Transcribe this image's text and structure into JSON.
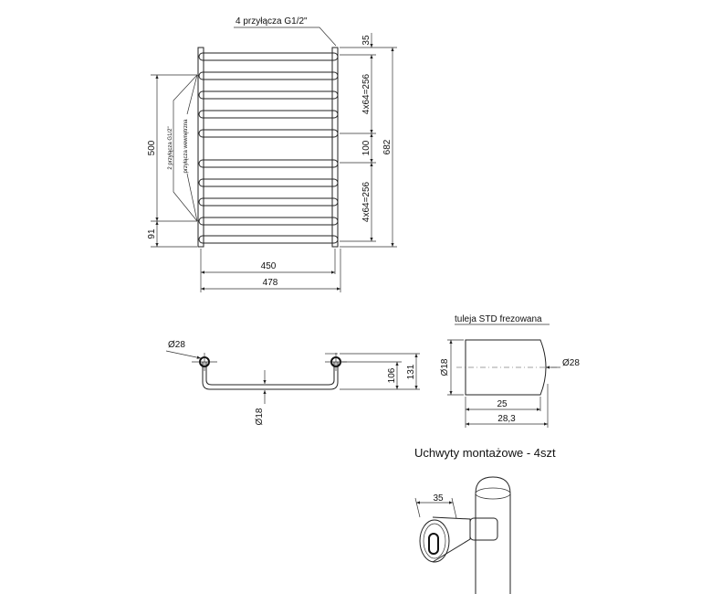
{
  "front_view": {
    "connectors_label": "4 przyłącza G1/2\"",
    "dim_top": "35",
    "dim_upper_pitch": "4x64=256",
    "dim_gap": "100",
    "dim_lower_pitch": "4x64=256",
    "dim_height": "682",
    "dim_connector_spacing": "500",
    "dim_bottom": "91",
    "dim_axis_width": "450",
    "dim_total_width": "478",
    "side_note_1": "2 przyłącza G1/2\"",
    "side_note_2": "przyłącza wewnętrzna"
  },
  "top_view": {
    "dim_pipe_diameter": "Ø28",
    "dim_depth_axis": "106",
    "dim_depth_total": "131",
    "dim_bar_diameter": "Ø18"
  },
  "sleeve": {
    "title": "tuleja STD frezowana",
    "dim_inner": "Ø18",
    "dim_outer": "Ø28",
    "dim_length": "25",
    "dim_length_total": "28,3"
  },
  "brackets": {
    "title": "Uchwyty montażowe - 4szt",
    "dim_length": "35"
  }
}
